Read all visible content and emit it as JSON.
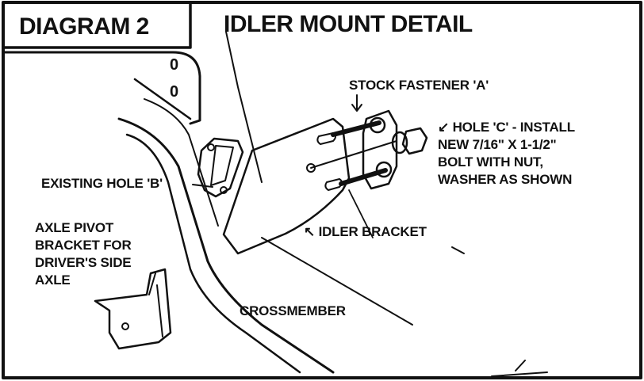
{
  "diagram_label": "DIAGRAM 2",
  "title": "IDLER MOUNT DETAIL",
  "callouts": {
    "stock_fastener": "STOCK FASTENER 'A'",
    "hole_c": {
      "lines": [
        "↙ HOLE 'C' - INSTALL",
        "NEW 7/16\" X 1-1/2\"",
        "BOLT WITH NUT,",
        "WASHER AS SHOWN"
      ]
    },
    "existing_hole": "EXISTING HOLE 'B'",
    "axle_pivot": {
      "lines": [
        "AXLE PIVOT",
        "BRACKET FOR",
        "DRIVER'S SIDE",
        "AXLE"
      ]
    },
    "idler_bracket": "↖ IDLER BRACKET",
    "crossmember": "CROSSMEMBER"
  },
  "frame_marks": [
    "0",
    "0"
  ],
  "colors": {
    "ink": "#111111",
    "paper": "#ffffff"
  }
}
